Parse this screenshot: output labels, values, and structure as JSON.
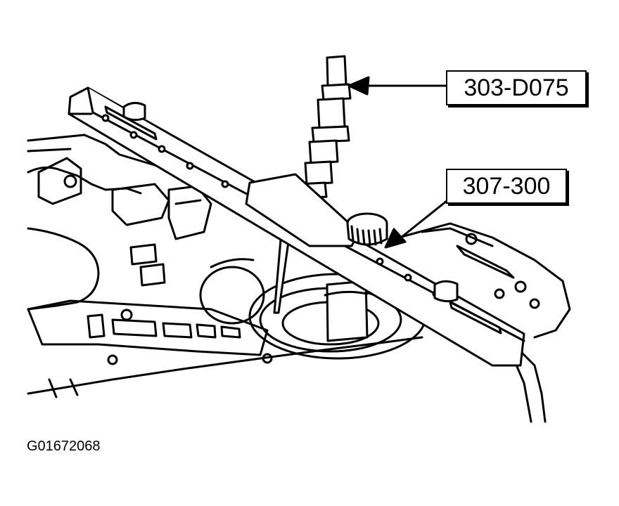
{
  "callouts": [
    {
      "label": "303-D075",
      "target": "remover-installer-tool"
    },
    {
      "label": "307-300",
      "target": "puller-bar"
    }
  ],
  "figure_id": "G01672068",
  "colors": {
    "ink": "#000000",
    "paper": "#ffffff"
  }
}
